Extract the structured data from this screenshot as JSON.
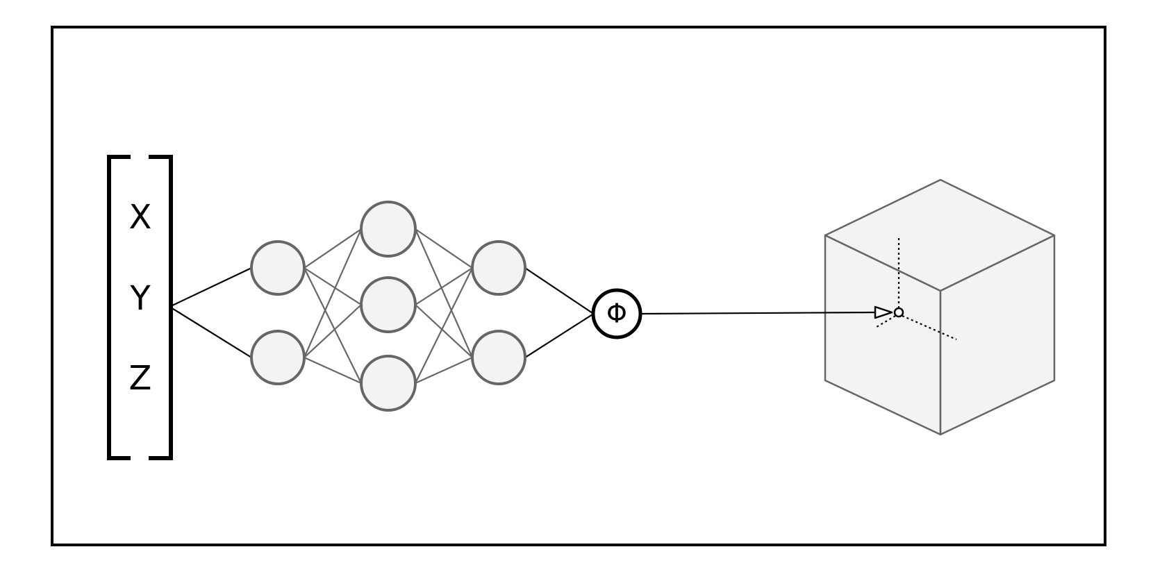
{
  "input_vector": {
    "entries": [
      "X",
      "Y",
      "Z"
    ]
  },
  "network": {
    "layer_sizes": [
      2,
      3,
      2
    ]
  },
  "function_node": {
    "symbol": "Φ"
  },
  "colors": {
    "frame": "#000000",
    "node_fill": "#f3f3f3",
    "node_stroke": "#666666",
    "edge_dark": "#000000",
    "edge_gray": "#666666",
    "cube_fill": "#f3f3f3",
    "cube_stroke": "#666666"
  },
  "icons": {
    "output_marker": "point-marker-icon",
    "coordinate_axes": "coordinate-axes-icon"
  }
}
